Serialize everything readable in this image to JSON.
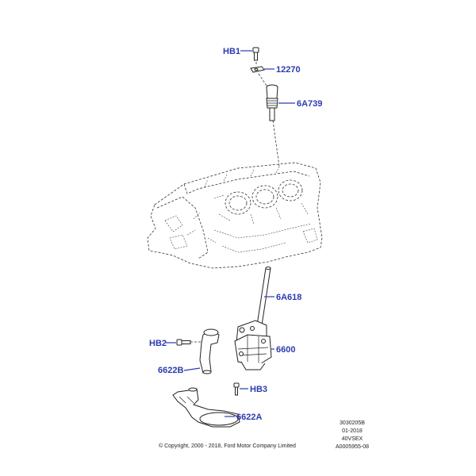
{
  "parts": [
    {
      "id": "hb1",
      "label": "HB1"
    },
    {
      "id": "p12270",
      "label": "12270"
    },
    {
      "id": "p6a739",
      "label": "6A739"
    },
    {
      "id": "p6a618",
      "label": "6A618"
    },
    {
      "id": "hb2",
      "label": "HB2"
    },
    {
      "id": "p6600",
      "label": "6600"
    },
    {
      "id": "p6622b",
      "label": "6622B"
    },
    {
      "id": "hb3",
      "label": "HB3"
    },
    {
      "id": "p6622a",
      "label": "6622A"
    }
  ],
  "footer": {
    "copyright": "© Copyright, 2000 - 2018, Ford Motor Company Limited",
    "ref_lines": [
      "3030205B",
      "01-2018",
      "40VSEX",
      "A0005955-08"
    ]
  },
  "colors": {
    "label": "#2b3bb0",
    "ink": "#222222"
  }
}
